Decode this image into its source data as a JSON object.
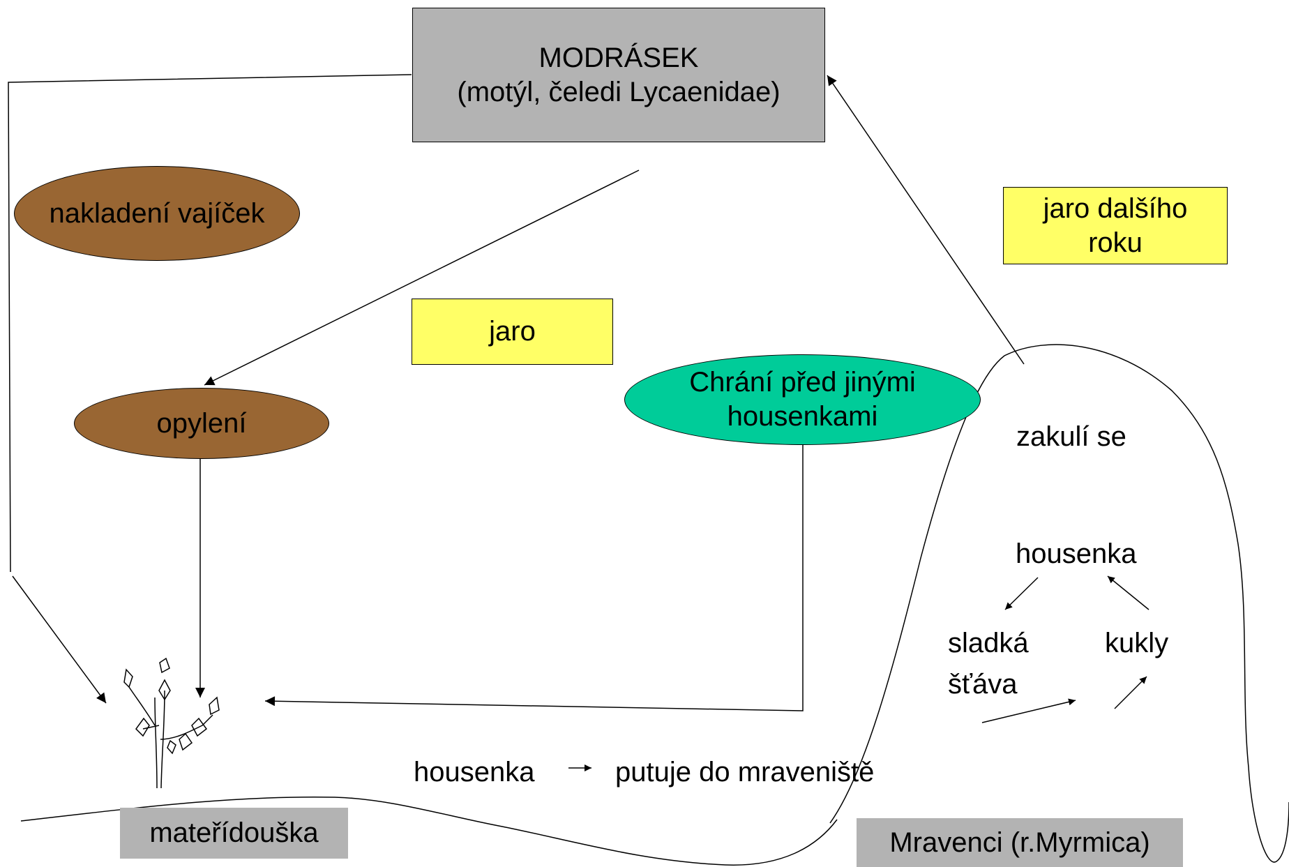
{
  "nodes": {
    "modrasek": {
      "line1": "MODRÁSEK",
      "line2": "(motýl, čeledi Lycaenidae)"
    },
    "egg_laying": "nakladení vajíček",
    "pollination": "opylení",
    "spring": "jaro",
    "spring_next_year": {
      "line1": "jaro dalšího",
      "line2": "roku"
    },
    "protection": {
      "line1": "Chrání před jinými",
      "line2": "housenkami"
    },
    "pupates": "zakulí se",
    "caterpillar_cycle": "housenka",
    "sweet_juice": {
      "line1": "sladká",
      "line2": "šťáva"
    },
    "pupae": "kukly",
    "caterpillar_travels": {
      "word": "housenka",
      "rest": "putuje do mraveniště"
    },
    "thyme": "mateřídouška",
    "ants": "Mravenci (r.Myrmica)"
  },
  "colors": {
    "grey": "#b3b3b3",
    "yellow": "#ffff66",
    "brown": "#996633",
    "teal": "#00cc99"
  },
  "icons": {
    "plant": "thyme-plant-icon"
  }
}
